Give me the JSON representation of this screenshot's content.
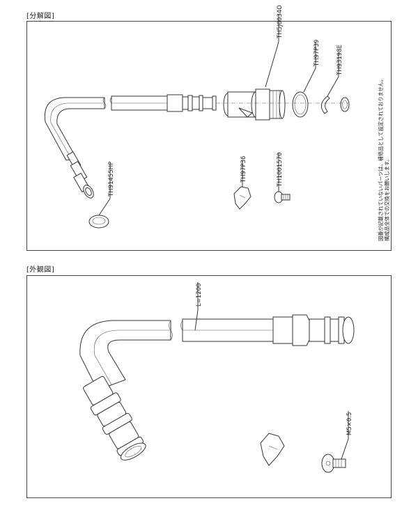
{
  "sections": {
    "exploded_label": "[分解図]",
    "external_label": "[外観図]"
  },
  "exploded": {
    "parts": [
      {
        "code": "TH5J0034O"
      },
      {
        "code": "TH97P39"
      },
      {
        "code": "TH93198E"
      },
      {
        "code": "TH97P36"
      },
      {
        "code": "TH1001570"
      },
      {
        "code": "TH91455HP"
      }
    ],
    "note_line1": "図番が記載されていないパーツは、補修品として設定されておりません。",
    "note_line2": "構成品全体での交換をお願いします。"
  },
  "external": {
    "length_label": "L=1200",
    "screw_label": "M5×0.5"
  }
}
